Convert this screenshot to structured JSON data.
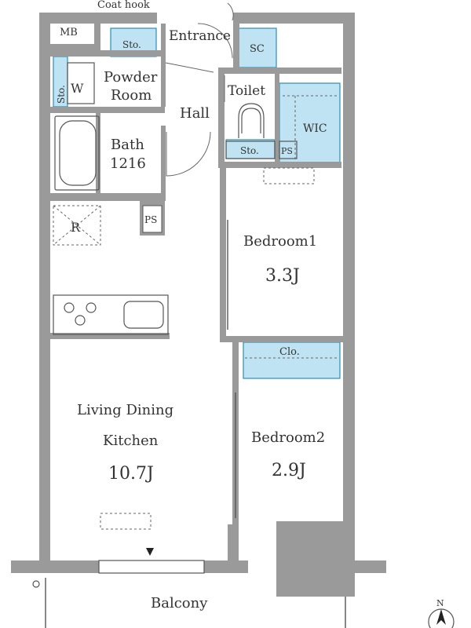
{
  "plan": {
    "accent_blue": "#bfe3f2",
    "wall_color": "#9a9a9a",
    "labels": {
      "coat_hook": "Coat hook",
      "mb": "MB",
      "sto_entrance": "Sto.",
      "entrance": "Entrance",
      "sc": "SC",
      "sto_powder": "Sto.",
      "w": "W",
      "powder_line1": "Powder",
      "powder_line2": "Room",
      "hall": "Hall",
      "toilet": "Toilet",
      "wic": "WIC",
      "bath_line1": "Bath",
      "bath_line2": "1216",
      "sto_toilet": "Sto.",
      "ps_toilet": "PS",
      "r": "R",
      "ps_bath": "PS",
      "bedroom1_name": "Bedroom1",
      "bedroom1_size": "3.3J",
      "closet": "Clo.",
      "ldk_line1": "Living Dining",
      "ldk_line2": "Kitchen",
      "ldk_size": "10.7J",
      "bedroom2_name": "Bedroom2",
      "bedroom2_size": "2.9J",
      "balcony": "Balcony",
      "north": "N"
    }
  }
}
